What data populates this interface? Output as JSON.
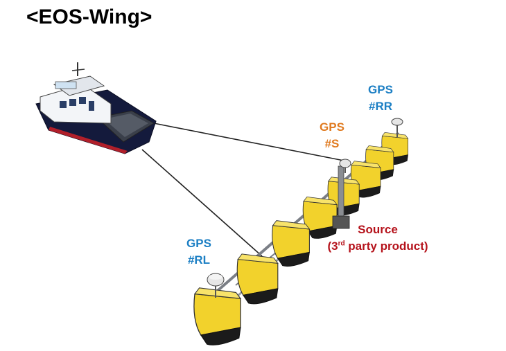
{
  "title": "<EOS-Wing>",
  "labels": {
    "gps_rr": {
      "line1": "GPS",
      "line2": "#RR"
    },
    "gps_s": {
      "line1": "GPS",
      "line2": "#S"
    },
    "gps_rl": {
      "line1": "GPS",
      "line2": "#RL"
    },
    "source": {
      "line1": "Source",
      "line2_prefix": "(3",
      "line2_sup": "rd",
      "line2_suffix": " party product)"
    }
  },
  "colors": {
    "gps_rr": "#1c7fc4",
    "gps_rl": "#1c7fc4",
    "gps_s": "#e07a1f",
    "source": "#b5121b",
    "float": "#f2d22c",
    "float_bottom": "#1b1b1b",
    "hull": "#141a3c",
    "hull_stripe": "#b11f2a",
    "cabin": "#f3f5f8"
  }
}
